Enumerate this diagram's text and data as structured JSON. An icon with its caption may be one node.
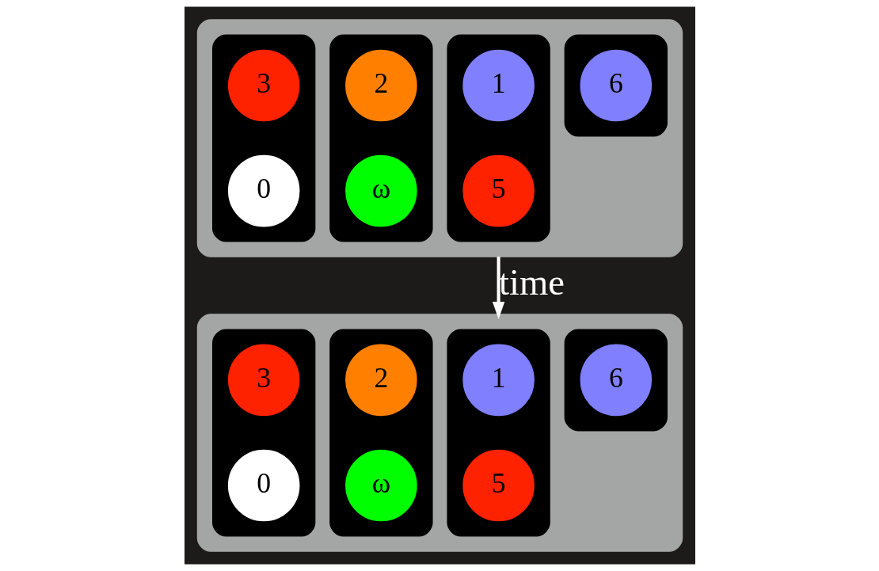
{
  "diagram": {
    "nodes": [
      {
        "text": [],
        "shape": "box"
      },
      {
        "text": [],
        "shape": "box",
        "in": 0
      },
      {
        "text": [
          "1"
        ],
        "in": 1
      },
      {
        "text": [
          "5"
        ],
        "in": 1
      },
      {
        "text": [],
        "shape": "box",
        "in": 0
      },
      {
        "text": [
          "2"
        ],
        "in": 4
      },
      {
        "text": [
          "ω"
        ],
        "in": 4
      },
      {
        "text": [],
        "shape": "box",
        "in": 0
      },
      {
        "text": [
          "6"
        ],
        "in": 7
      },
      {
        "text": [],
        "shape": "box",
        "in": 0
      },
      {
        "text": [
          "3"
        ],
        "in": 9
      },
      {
        "text": [
          "0"
        ],
        "in": 9
      },
      {
        "text": [],
        "shape": "box"
      },
      {
        "text": [],
        "shape": "box",
        "in": 12
      },
      {
        "text": [
          "1"
        ],
        "in": 13
      },
      {
        "text": [
          "5"
        ],
        "in": 13
      },
      {
        "text": [],
        "shape": "box",
        "in": 12
      },
      {
        "text": [
          "2"
        ],
        "in": 16
      },
      {
        "text": [
          "ω"
        ],
        "in": 16
      },
      {
        "text": [],
        "shape": "box",
        "in": 12
      },
      {
        "text": [
          "6"
        ],
        "in": 19
      },
      {
        "text": [],
        "shape": "box",
        "in": 12
      },
      {
        "text": [
          "3"
        ],
        "in": 21
      },
      {
        "text": [
          "0"
        ],
        "in": 21
      }
    ],
    "edges": [
      {
        "from": 0,
        "to": 12,
        "arrow": "to",
        "label": "time"
      }
    ]
  }
}
